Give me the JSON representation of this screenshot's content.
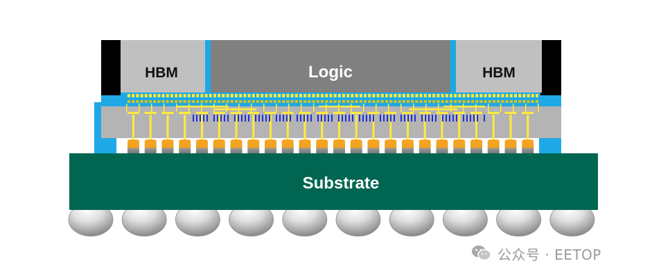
{
  "labels": {
    "hbm_left": "HBM",
    "logic": "Logic",
    "hbm_right": "HBM",
    "substrate": "Substrate"
  },
  "watermark": {
    "text": "公众号 · EETOP",
    "icon": "wechat-icon"
  },
  "colors": {
    "substrate": "#006652",
    "underfill": "#1ea8e6",
    "interposer": "#b4b4b4",
    "logic": "#808080",
    "hbm": "#c0c0c0",
    "mold": "#000000",
    "wiring": "#ffeb3b",
    "bump_pad": "#f5a623",
    "tsv": "#1e2fd6"
  },
  "counts": {
    "solder_balls": 10,
    "c4_bumps": 24
  }
}
